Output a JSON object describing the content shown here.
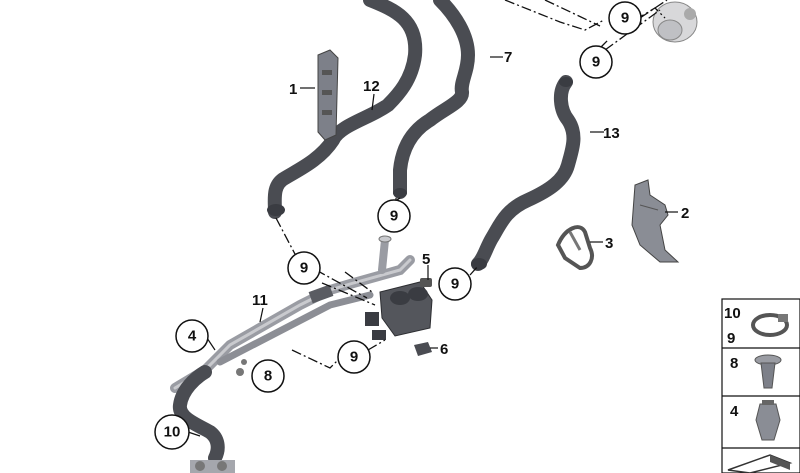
{
  "diagram": {
    "part_labels": {
      "p1": "1",
      "p2": "2",
      "p3": "3",
      "p4": "4",
      "p5": "5",
      "p6": "6",
      "p7": "7",
      "p8": "8",
      "p10": "10",
      "p11": "11",
      "p12": "12",
      "p13": "13"
    },
    "callout_9": "9",
    "legend": {
      "row1_top": "10",
      "row1_bottom": "9",
      "row2": "8",
      "row3": "4"
    }
  }
}
